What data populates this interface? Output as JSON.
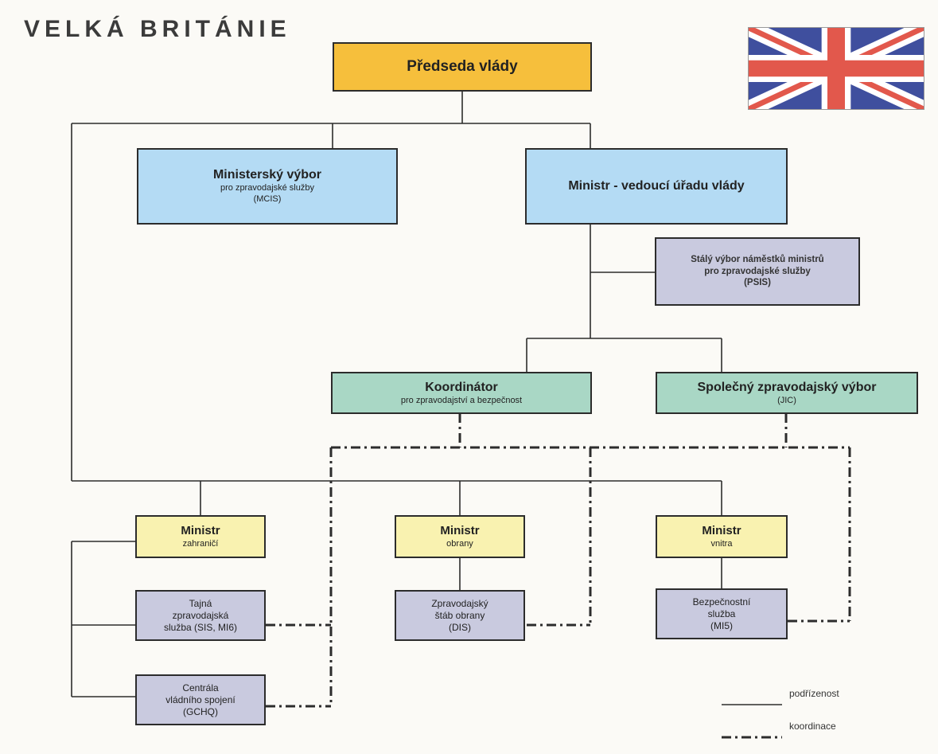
{
  "title": "VELKÁ BRITÁNIE",
  "nodes": {
    "pm": {
      "title": "Předseda vlády"
    },
    "mcis": {
      "title": "Ministerský výbor",
      "line1": "pro zpravodajské služby",
      "line2": "(MCIS)"
    },
    "cabinet_office": {
      "title": "Ministr - vedoucí úřadu vlády"
    },
    "psis": {
      "line1": "Stálý výbor náměstků ministrů",
      "line2": "pro zpravodajské služby",
      "line3": "(PSIS)"
    },
    "coordinator": {
      "title": "Koordinátor",
      "line1": "pro zpravodajství a bezpečnost"
    },
    "jic": {
      "title": "Společný zpravodajský výbor",
      "line1": "(JIC)"
    },
    "foreign_min": {
      "title": "Ministr",
      "line1": "zahraničí"
    },
    "defence_min": {
      "title": "Ministr",
      "line1": "obrany"
    },
    "interior_min": {
      "title": "Ministr",
      "line1": "vnitra"
    },
    "sis": {
      "line1": "Tajná",
      "line2": "zpravodajská",
      "line3": "služba (SIS, MI6)"
    },
    "gchq": {
      "line1": "Centrála",
      "line2": "vládního spojení",
      "line3": "(GCHQ)"
    },
    "dis": {
      "line1": "Zpravodajský",
      "line2": "štáb obrany",
      "line3": "(DIS)"
    },
    "mi5": {
      "line1": "Bezpečnostní",
      "line2": "služba",
      "line3": "(MI5)"
    }
  },
  "legend": {
    "subordination": "podřízenost",
    "coordination": "koordinace"
  },
  "colors": {
    "pm": "#f6bf3c",
    "committee": "#b4dbf4",
    "psis": "#c9cadf",
    "coordination_bodies": "#a9d7c5",
    "ministers": "#f9f2b0",
    "agencies": "#c9cadf"
  },
  "flag_icon": "union-jack-flag-icon"
}
